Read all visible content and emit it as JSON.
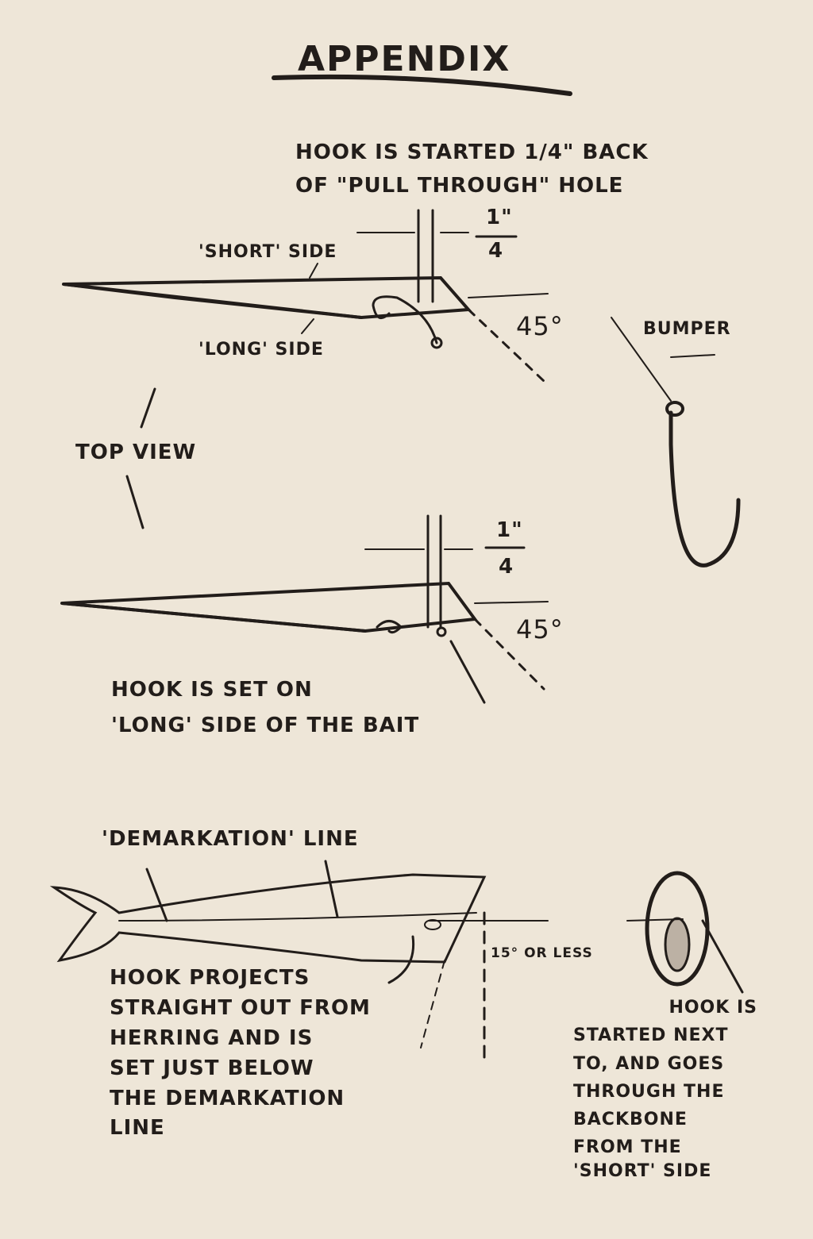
{
  "title": "APPENDIX",
  "top_note": [
    "HOOK IS STARTED 1/4\" BACK",
    "OF \"PULL THROUGH\" HOLE"
  ],
  "diagram1": {
    "short_side": "'SHORT' SIDE",
    "long_side": "'LONG' SIDE",
    "fraction_num": "1\"",
    "fraction_den": "4",
    "angle": "45°"
  },
  "top_view": "TOP VIEW",
  "bumper": "BUMPER",
  "diagram2": {
    "fraction_num": "1\"",
    "fraction_den": "4",
    "angle": "45°",
    "caption": [
      "HOOK IS SET ON",
      "'LONG' SIDE OF THE BAIT"
    ]
  },
  "herring": {
    "demarkation": "'DEMARKATION' LINE",
    "angle_note": "15° OR LESS",
    "caption": [
      "HOOK PROJECTS",
      "STRAIGHT OUT FROM",
      "HERRING AND IS",
      "SET JUST BELOW",
      "THE DEMARKATION",
      "LINE"
    ]
  },
  "cross_section": {
    "caption": [
      "HOOK IS",
      "STARTED NEXT",
      "TO, AND GOES",
      "THROUGH THE",
      "BACKBONE",
      "FROM THE",
      "'SHORT' SIDE"
    ]
  },
  "colors": {
    "paper": "#eee6d8",
    "ink": "#221d1a"
  }
}
